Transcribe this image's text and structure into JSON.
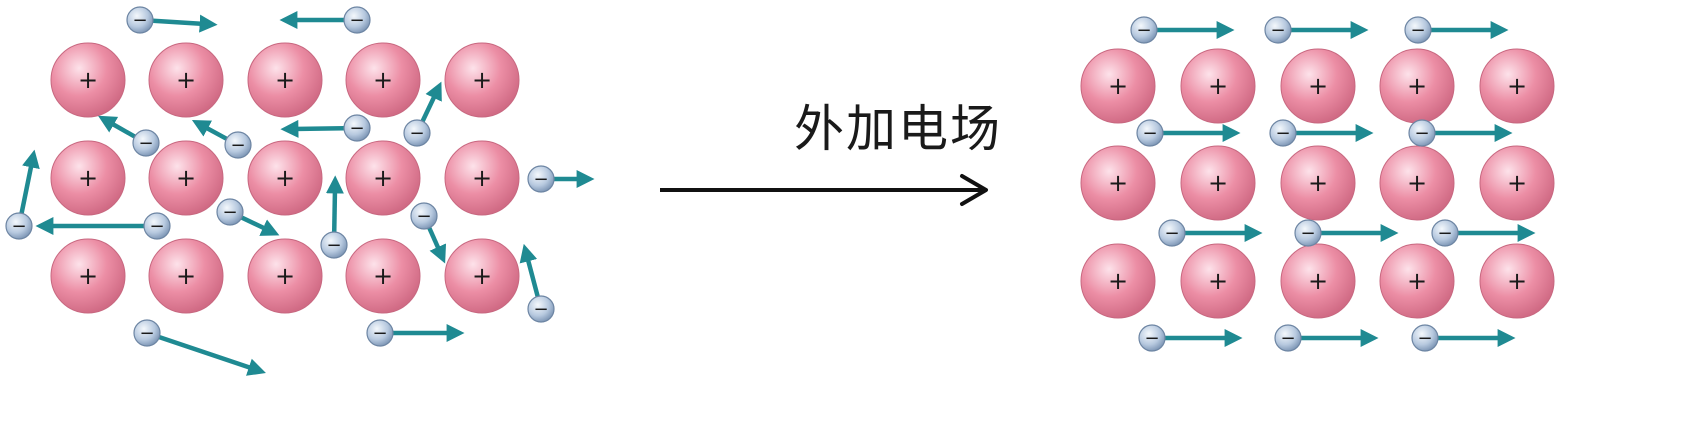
{
  "arrow_label": "外加电场",
  "symbols": {
    "positive": "+",
    "negative": "−"
  },
  "colors": {
    "ion_light": "#fde2ea",
    "ion_mid": "#ec8ea5",
    "ion_dark": "#d06a84",
    "electron_light": "#f4f8fc",
    "electron_mid": "#b7c9df",
    "electron_dark": "#7a93b3",
    "velocity_arrow": "#1f8a92",
    "field_arrow": "#111111",
    "text": "#1a1a1a"
  },
  "panels": [
    {
      "name": "before-field",
      "ion_grid": {
        "rows": 3,
        "cols": 5
      },
      "electron_directions": [
        "right",
        "left",
        "up-left",
        "up-left",
        "left",
        "up-right",
        "up",
        "left",
        "down-right",
        "up",
        "down",
        "right",
        "up",
        "right",
        "down-right"
      ]
    },
    {
      "name": "after-field",
      "ion_grid": {
        "rows": 3,
        "cols": 5
      },
      "electron_directions": [
        "right",
        "right",
        "right",
        "right",
        "right",
        "right",
        "right",
        "right",
        "right",
        "right",
        "right",
        "right"
      ]
    }
  ]
}
